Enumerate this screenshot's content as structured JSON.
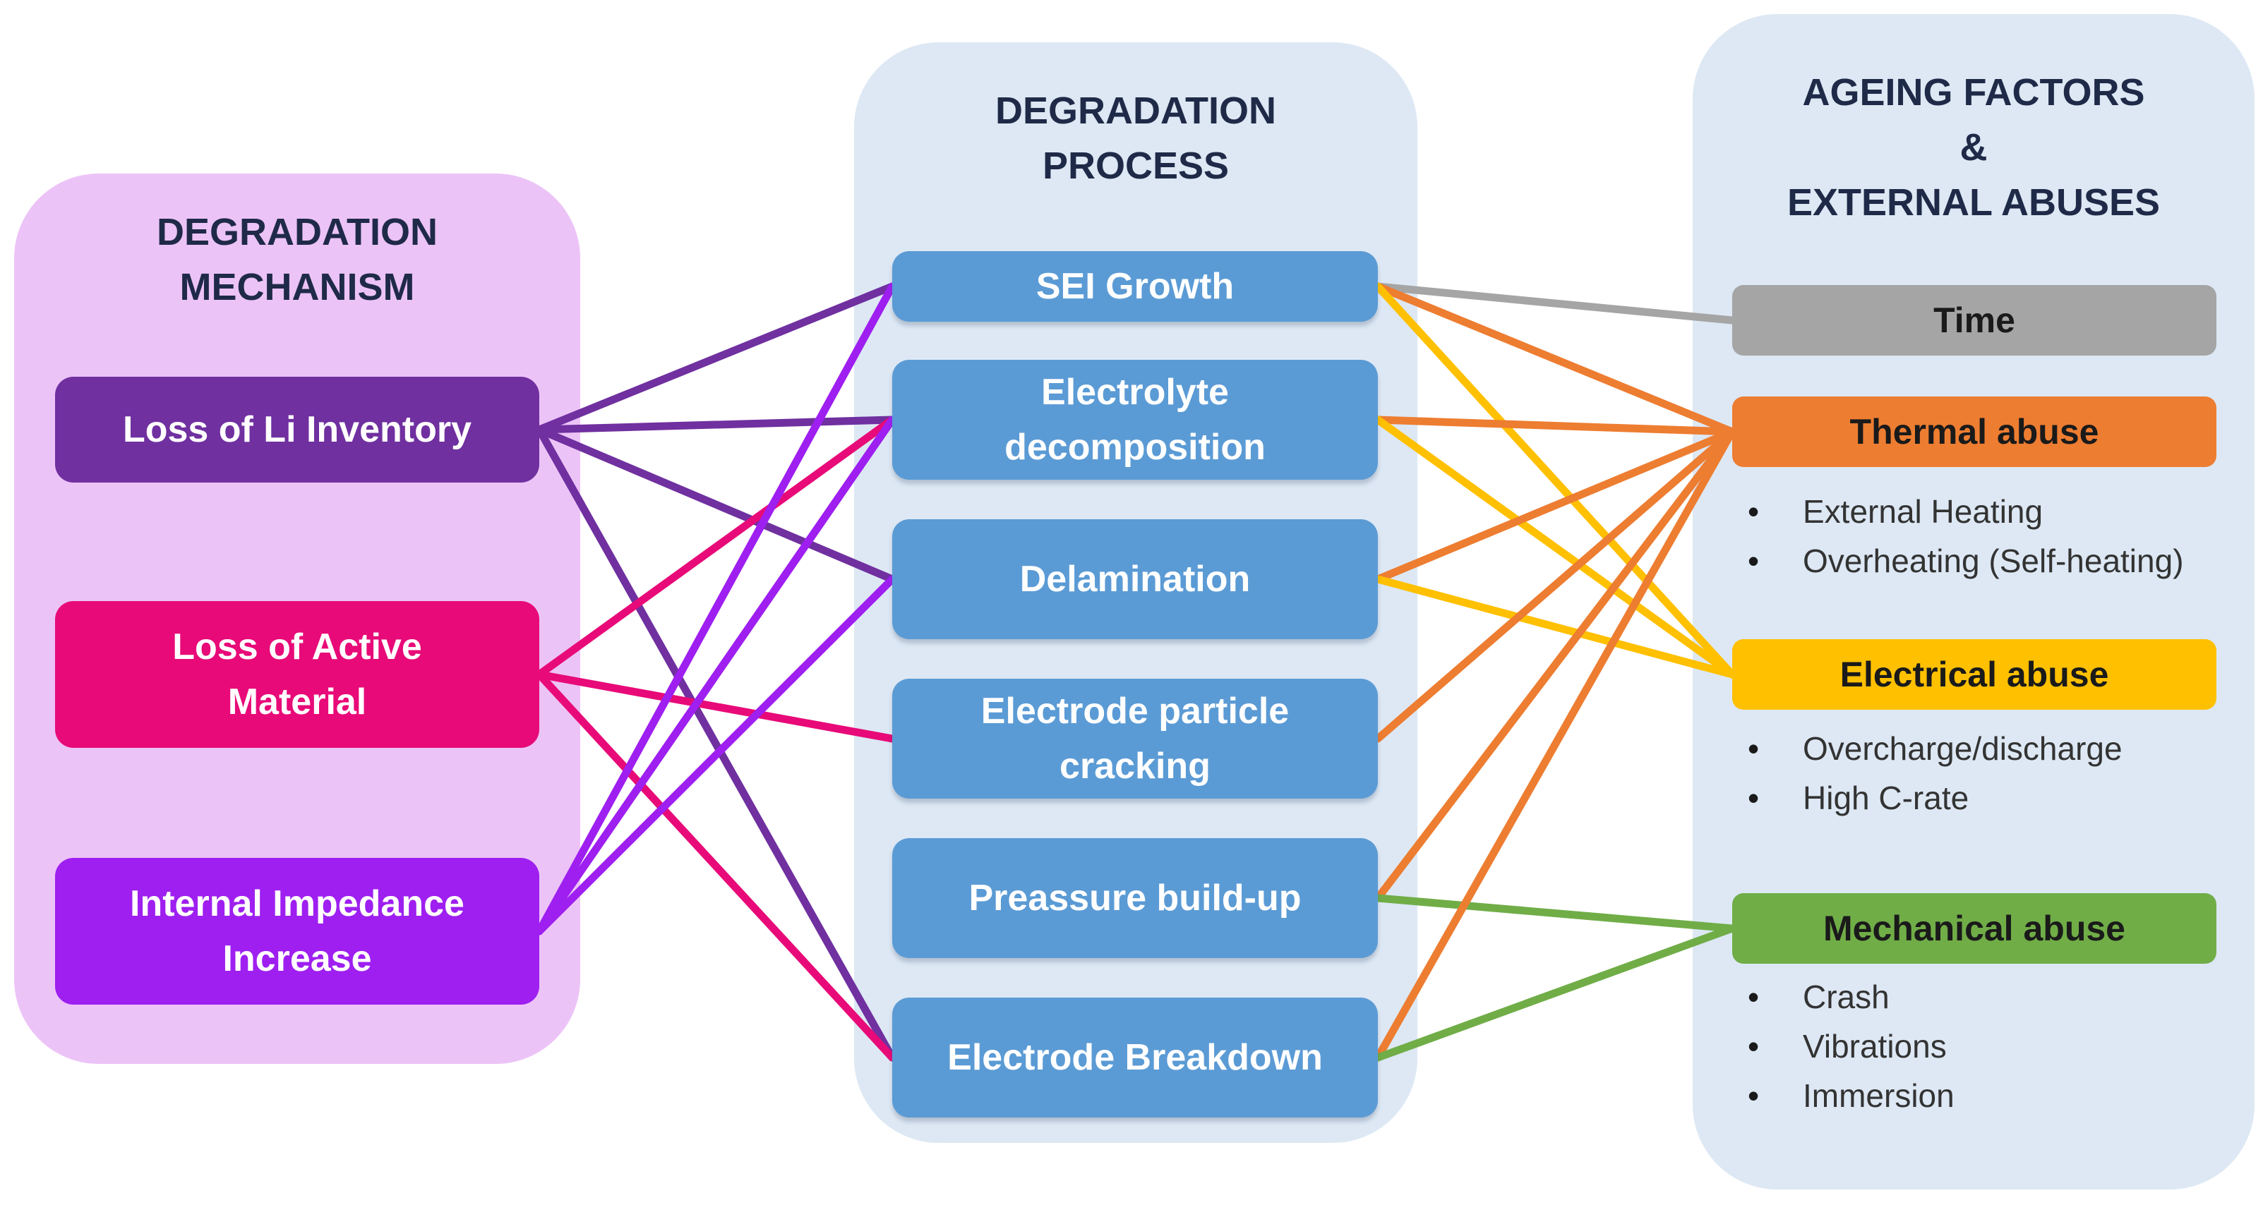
{
  "columns": {
    "mechanism": {
      "title": "DEGRADATION\nMECHANISM"
    },
    "process": {
      "title": "DEGRADATION\nPROCESS"
    },
    "factors": {
      "title": "AGEING FACTORS\n&\nEXTERNAL ABUSES"
    }
  },
  "mechanisms": [
    {
      "id": "li",
      "label": "Loss of Li Inventory",
      "color": "#7030a0"
    },
    {
      "id": "am",
      "label": "Loss of  Active\nMaterial",
      "color": "#e80a78"
    },
    {
      "id": "ii",
      "label": "Internal Impedance\nIncrease",
      "color": "#9e1ff0"
    }
  ],
  "processes": [
    {
      "id": "sei",
      "label": "SEI Growth"
    },
    {
      "id": "ed",
      "label": "Electrolyte\ndecomposition"
    },
    {
      "id": "del",
      "label": "Delamination"
    },
    {
      "id": "epc",
      "label": "Electrode particle\ncracking"
    },
    {
      "id": "pb",
      "label": "Preassure build-up"
    },
    {
      "id": "eb",
      "label": "Electrode Breakdown"
    }
  ],
  "factors": [
    {
      "id": "time",
      "label": "Time",
      "color": "#a5a5a5",
      "items": []
    },
    {
      "id": "thermal",
      "label": "Thermal abuse",
      "color": "#ed7d31",
      "items": [
        "External Heating",
        "Overheating (Self-heating)"
      ]
    },
    {
      "id": "electrical",
      "label": "Electrical abuse",
      "color": "#ffc000",
      "items": [
        "Overcharge/discharge",
        "High C-rate"
      ]
    },
    {
      "id": "mechanical",
      "label": "Mechanical abuse",
      "color": "#70ad47",
      "items": [
        "Crash",
        "Vibrations",
        "Immersion"
      ]
    }
  ],
  "links_left": [
    {
      "from": "li",
      "to": "sei"
    },
    {
      "from": "li",
      "to": "ed"
    },
    {
      "from": "li",
      "to": "del"
    },
    {
      "from": "li",
      "to": "eb"
    },
    {
      "from": "am",
      "to": "ed"
    },
    {
      "from": "am",
      "to": "epc"
    },
    {
      "from": "am",
      "to": "eb"
    },
    {
      "from": "ii",
      "to": "sei"
    },
    {
      "from": "ii",
      "to": "ed"
    },
    {
      "from": "ii",
      "to": "del"
    }
  ],
  "links_right": [
    {
      "from": "sei",
      "to": "time"
    },
    {
      "from": "sei",
      "to": "thermal"
    },
    {
      "from": "sei",
      "to": "electrical"
    },
    {
      "from": "ed",
      "to": "thermal"
    },
    {
      "from": "ed",
      "to": "electrical"
    },
    {
      "from": "del",
      "to": "thermal"
    },
    {
      "from": "del",
      "to": "electrical"
    },
    {
      "from": "epc",
      "to": "thermal"
    },
    {
      "from": "pb",
      "to": "thermal"
    },
    {
      "from": "pb",
      "to": "mechanical"
    },
    {
      "from": "eb",
      "to": "thermal"
    },
    {
      "from": "eb",
      "to": "mechanical"
    }
  ]
}
